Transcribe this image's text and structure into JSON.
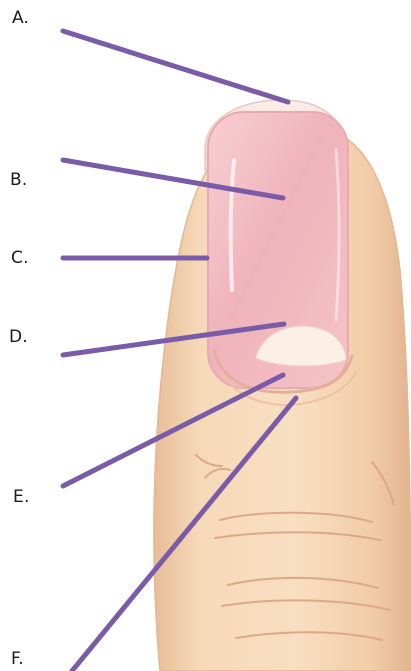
{
  "labels": {
    "a": "A.",
    "b": "B.",
    "c": "C.",
    "d": "D.",
    "e": "E.",
    "f": "F."
  },
  "colors": {
    "leader_line": "#7a5ba8",
    "skin": "#f3d4b1",
    "skin_shadow": "#e2b48f",
    "nail_plate": "#f2bcc2",
    "nail_edge": "#f9e6e3",
    "lunula": "#fbeee4"
  }
}
